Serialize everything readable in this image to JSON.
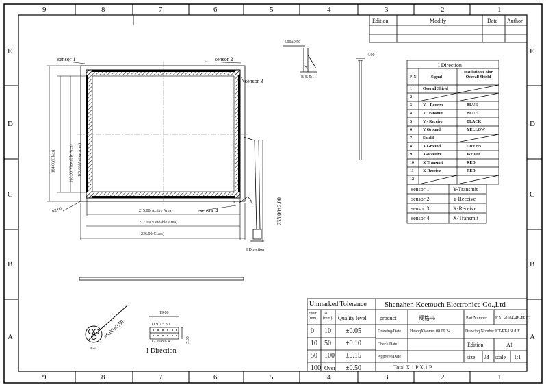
{
  "frame": {
    "columns": [
      "9",
      "8",
      "7",
      "6",
      "5",
      "4",
      "3",
      "2",
      "1"
    ],
    "rows": [
      "E",
      "D",
      "C",
      "B",
      "A"
    ]
  },
  "revision": {
    "headers": [
      "Edition",
      "Modify",
      "Date",
      "Author"
    ]
  },
  "front_view": {
    "sensors": [
      "sensor 1",
      "sensor 2",
      "sensor 3",
      "sensor 4"
    ],
    "dims": {
      "active_w": "215.00(Active Area)",
      "viewable_w": "217.00(Viewable Area)",
      "glass_w": "236.00(Glass)",
      "glass_h": "184.00(Glass)",
      "viewable_h": "165.00(Viewable Area)",
      "active_h": "162.00(Active Area)",
      "tail_len": "235.00±2.00",
      "corner_r": "R2.00"
    },
    "section_mark": "A",
    "direction_label": "I Direction"
  },
  "detail_bb": {
    "dim": "4.00±0.50",
    "caption": "B-B 5:1"
  },
  "side_view": {
    "dim": "4.00"
  },
  "connector_detail": {
    "diameter": "ø6.00±0.50",
    "caption": "A-A"
  },
  "pin_header": {
    "width": "19.00",
    "height": "5.00",
    "top_numbers": "11 9 7 5 3 1",
    "bottom_numbers": "12 10 8 6 4 2",
    "caption": "I Direction"
  },
  "pin_table": {
    "title": "I Direction",
    "col_pin": "PIN",
    "col_signal": "Signal",
    "col_color": "Insulation Color Overall Shield",
    "rows": [
      {
        "pin": "1",
        "signal": "Overall Shield",
        "color": ""
      },
      {
        "pin": "2",
        "signal": "",
        "color": ""
      },
      {
        "pin": "3",
        "signal": "Y + Receive",
        "color": "BLUE"
      },
      {
        "pin": "4",
        "signal": "Y Transmit",
        "color": "BLUE"
      },
      {
        "pin": "5",
        "signal": "Y - Receive",
        "color": "BLACK"
      },
      {
        "pin": "6",
        "signal": "Y Ground",
        "color": "YELLOW"
      },
      {
        "pin": "7",
        "signal": "Shield",
        "color": ""
      },
      {
        "pin": "8",
        "signal": "X Ground",
        "color": "GREEN"
      },
      {
        "pin": "9",
        "signal": "X+Receive",
        "color": "WHITE"
      },
      {
        "pin": "10",
        "signal": "X Transmit",
        "color": "RED"
      },
      {
        "pin": "11",
        "signal": "X-Receive",
        "color": "RED"
      },
      {
        "pin": "12",
        "signal": "",
        "color": ""
      }
    ]
  },
  "sensor_table": [
    {
      "sensor": "sensor 1",
      "signal": "Y-Transmit"
    },
    {
      "sensor": "sensor 2",
      "signal": "Y-Receive"
    },
    {
      "sensor": "sensor 3",
      "signal": "X-Receive"
    },
    {
      "sensor": "sensor 4",
      "signal": "X-Transmit"
    }
  ],
  "tolerance": {
    "title": "Unmarked Tolerance",
    "col_from": "From (mm)",
    "col_to": "To (mm)",
    "col_level": "Quality level",
    "rows": [
      {
        "from": "0",
        "to": "10",
        "level": "±0.05"
      },
      {
        "from": "10",
        "to": "50",
        "level": "±0.10"
      },
      {
        "from": "50",
        "to": "100",
        "level": "±0.15"
      },
      {
        "from": "100",
        "to": "Over",
        "level": "±0.50"
      }
    ]
  },
  "title_block": {
    "company": "Shenzhen Keetouch Electronice Co.,Ltd",
    "product_label": "product",
    "product_value": "规格书",
    "part_label": "Part Number",
    "part_value": "KAL-0104-4B-PRE2",
    "drawing_label": "Drawing/Date",
    "drawing_value": "HuangXiaomei 08.09.24",
    "drawing_no_label": "Drawing Number",
    "drawing_no_value": "KT-PT-161/LF",
    "check_label": "Check/Date",
    "edition_label": "Edition",
    "edition_value": "A1",
    "approve_label": "Approve/Date",
    "size_label": "size",
    "size_value": "M",
    "scale_label": "scale",
    "scale_value": "1:1",
    "total": "Total X 1 P   X 1 P"
  }
}
